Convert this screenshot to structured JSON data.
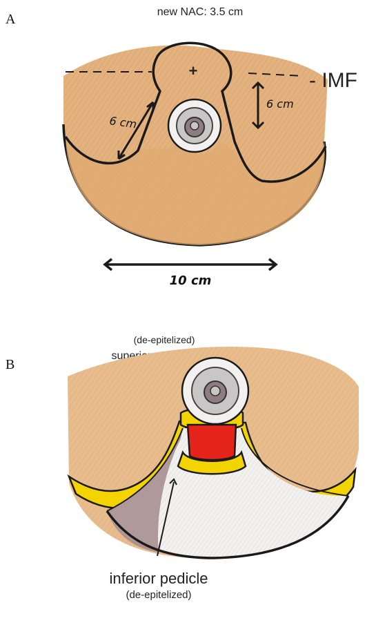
{
  "panel_a": {
    "letter": "A",
    "nac_label": "new NAC: 3.5 cm",
    "imf_label": "- IMF",
    "left_measure": "6 cm",
    "right_measure": "6 cm",
    "width_measure": "10 cm",
    "plus_mark": "+"
  },
  "panel_b": {
    "letter": "B",
    "superior_line1": "(de-epitelized)",
    "superior_line2": "superior pedicle",
    "inferior_line1": "inferior pedicle",
    "inferior_line2": "(de-epitelized)"
  },
  "colors": {
    "skin": "#e3b27e",
    "skin_dark": "#d49a60",
    "outline": "#1a1a1a",
    "yellow": "#f3d400",
    "red": "#e4231b",
    "white_tissue": "#f1f0ee",
    "mauve": "#a58a8c",
    "areola_grey": "#c9c6c7",
    "nipple": "#8f7d80"
  }
}
